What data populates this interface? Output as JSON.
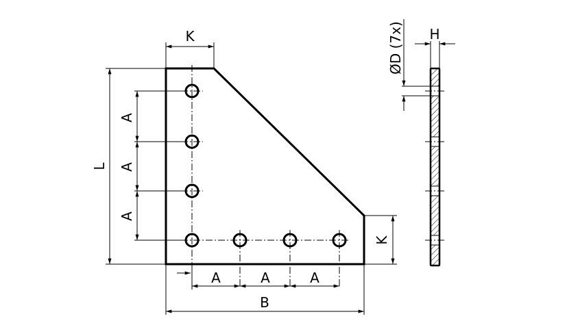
{
  "drawing": {
    "labels": {
      "k_top": "K",
      "l": "L",
      "a1": "A",
      "a2": "A",
      "a3": "A",
      "k_right": "K",
      "a_bottom1": "A",
      "a_bottom2": "A",
      "a_bottom3": "A",
      "b": "B",
      "diameter": "ØD (7x)",
      "h": "H"
    },
    "hole_count": 7,
    "color": "#000000"
  }
}
